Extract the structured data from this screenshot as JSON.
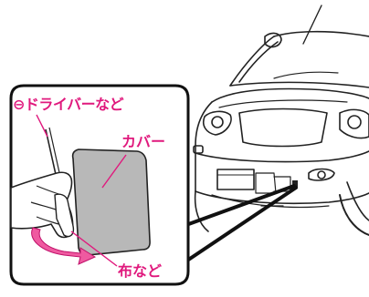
{
  "labels": {
    "driver": "⊖ドライバーなど",
    "cover": "カバー",
    "cloth": "布など"
  },
  "colors": {
    "label": "#e0197d",
    "cover_fill": "#b8b8b8",
    "arrow": "#ef5aa0",
    "line": "#222222"
  }
}
